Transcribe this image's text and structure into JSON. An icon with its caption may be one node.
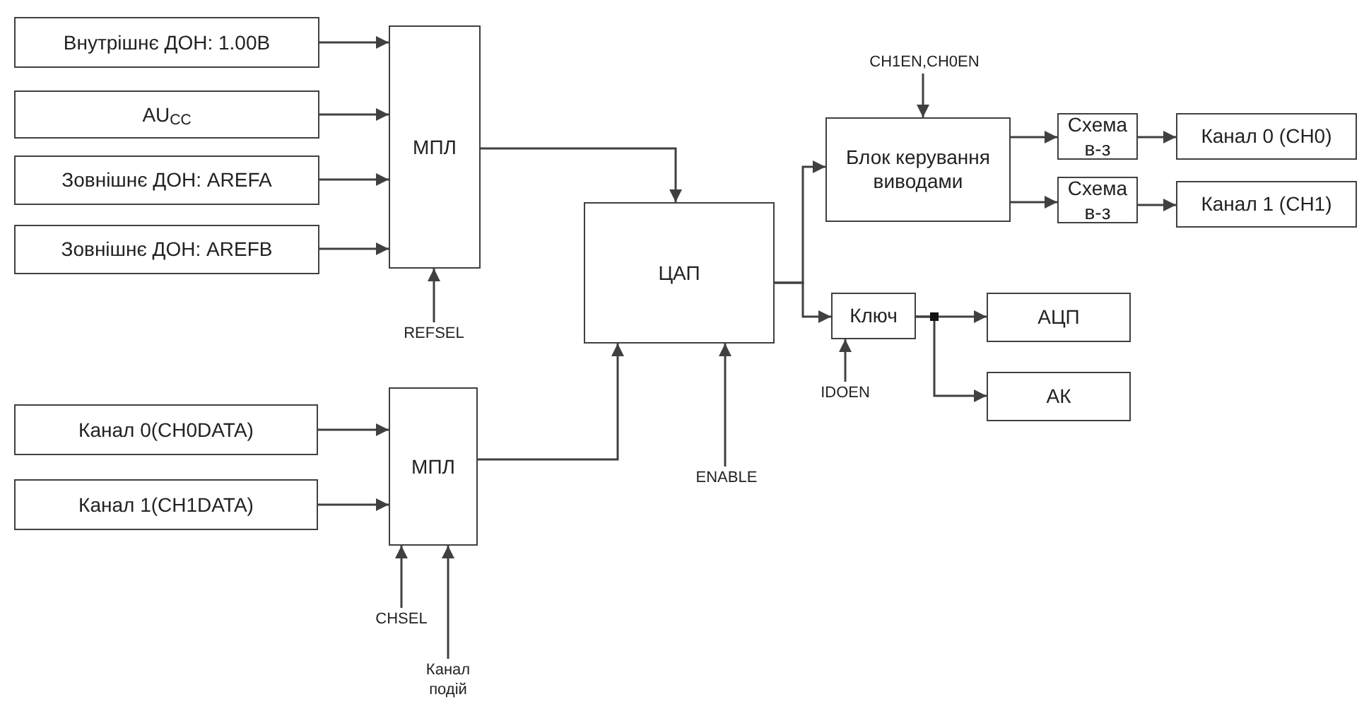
{
  "diagram": {
    "nodes": [
      {
        "text": [
          "Внутрішнє ДОН: 1.00В"
        ]
      },
      {
        "text": [
          "AU$_{CC}$"
        ]
      },
      {
        "text": [
          "Зовнішнє ДОН: AREFA"
        ]
      },
      {
        "text": [
          "Зовнішнє ДОН: AREFB"
        ]
      },
      {
        "text": [
          "МПЛ"
        ]
      },
      {
        "text": [
          "REFSEL"
        ]
      },
      {
        "text": [
          "ЦАП"
        ]
      },
      {
        "text": [
          "ENABLE"
        ]
      },
      {
        "text": [
          "Канал 0(CH0DATA)"
        ]
      },
      {
        "text": [
          "Канал 1(CH1DATA)"
        ]
      },
      {
        "text": [
          "МПЛ"
        ]
      },
      {
        "text": [
          "CHSEL"
        ]
      },
      {
        "text": [
          "Канал подій"
        ]
      },
      {
        "text": [
          "CH1EN,CH0EN"
        ]
      },
      {
        "text": [
          "Блок керування виводами"
        ]
      },
      {
        "text": [
          "Схема в-з"
        ]
      },
      {
        "text": [
          "Схема в-з"
        ]
      },
      {
        "text": [
          "Канал 0 (CH0)"
        ]
      },
      {
        "text": [
          "Канал 1 (CH1)"
        ]
      },
      {
        "text": [
          "Ключ"
        ]
      },
      {
        "text": [
          "IDOEN"
        ]
      },
      {
        "text": [
          "АЦП"
        ]
      },
      {
        "text": [
          "АК"
        ]
      }
    ],
    "edges": [
      {
        "from": 0,
        "to": 4,
        "arrow": "to"
      },
      {
        "from": 1,
        "to": 4,
        "arrow": "to"
      },
      {
        "from": 2,
        "to": 4,
        "arrow": "to"
      },
      {
        "from": 3,
        "to": 4,
        "arrow": "to"
      },
      {
        "from": 5,
        "to": 4,
        "arrow": "to"
      },
      {
        "from": 4,
        "to": 6,
        "arrow": "to"
      },
      {
        "from": 8,
        "to": 10,
        "arrow": "to"
      },
      {
        "from": 9,
        "to": 10,
        "arrow": "to"
      },
      {
        "from": 11,
        "to": 10,
        "arrow": "to"
      },
      {
        "from": 12,
        "to": 10,
        "arrow": "to"
      },
      {
        "from": 10,
        "to": 6,
        "arrow": "to"
      },
      {
        "from": 7,
        "to": 6,
        "arrow": "to"
      },
      {
        "from": 6,
        "to": 14,
        "arrow": "to"
      },
      {
        "from": 6,
        "to": 19,
        "arrow": "to"
      },
      {
        "from": 13,
        "to": 14,
        "arrow": "to"
      },
      {
        "from": 14,
        "to": 15,
        "arrow": "to"
      },
      {
        "from": 14,
        "to": 16,
        "arrow": "to"
      },
      {
        "from": 15,
        "to": 17,
        "arrow": "to"
      },
      {
        "from": 16,
        "to": 18,
        "arrow": "to"
      },
      {
        "from": 19,
        "to": 21,
        "arrow": "to"
      },
      {
        "from": 19,
        "to": 22,
        "arrow": "to"
      },
      {
        "from": 20,
        "to": 19,
        "arrow": "to"
      }
    ]
  }
}
